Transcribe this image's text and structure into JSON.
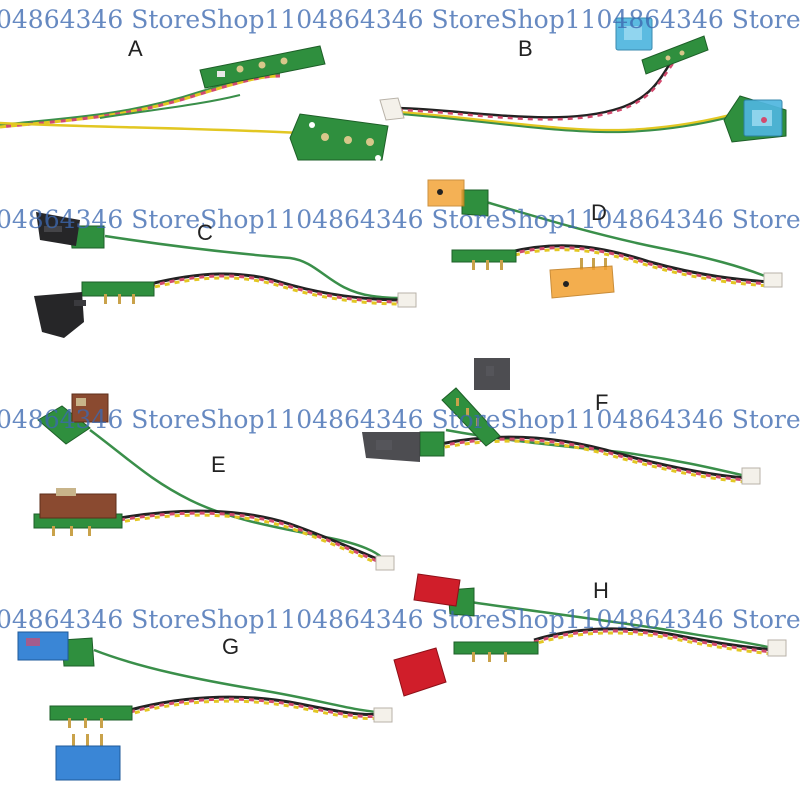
{
  "watermark": {
    "rows": [
      "04864346 StoreShop1104864346 StoreShop1104864346 Store",
      "04864346 StoreShop1104864346 StoreShop1104864346 Store",
      "04864346 StoreShop1104864346 StoreShop1104864346 Store",
      "04864346 StoreShop1104864346 StoreShop1104864346 Store"
    ],
    "color": "#3c68b0"
  },
  "variants": [
    {
      "label": "A",
      "switch_color": "none"
    },
    {
      "label": "B",
      "switch_color": "#4fb6df"
    },
    {
      "label": "C",
      "switch_color": "#262628"
    },
    {
      "label": "D",
      "switch_color": "#f2a030"
    },
    {
      "label": "E",
      "switch_color": "#8a4a30"
    },
    {
      "label": "F",
      "switch_color": "#3a3a3e"
    },
    {
      "label": "G",
      "switch_color": "#3a86d6"
    },
    {
      "label": "H",
      "switch_color": "#d01e2a"
    }
  ],
  "colors": {
    "pcb": "#2f8f3e",
    "wire_yellow": "#e2c722",
    "wire_pink": "#d24a6e",
    "wire_green": "#3a8f4a",
    "wire_black": "#222222",
    "connector": "#f4f1ea"
  }
}
